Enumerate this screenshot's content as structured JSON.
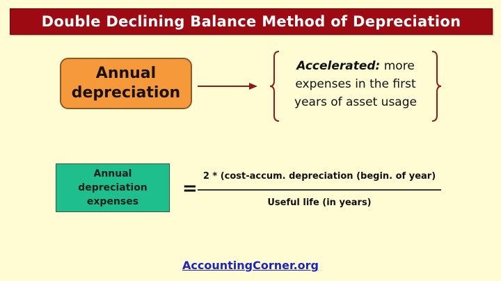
{
  "title": "Double Declining Balance Method of Depreciation",
  "annual_box": {
    "line1": "Annual",
    "line2": "depreciation"
  },
  "accelerated": {
    "emphasis": "Accelerated:",
    "line1_rest": " more",
    "line2": "expenses in the first",
    "line3": "years of asset usage"
  },
  "formula": {
    "lhs": {
      "line1": "Annual",
      "line2": "depreciation",
      "line3": "expenses"
    },
    "equals": "=",
    "numerator": "2 * (cost-accum. depreciation (begin. of year)",
    "denominator": "Useful life (in years)"
  },
  "footer": {
    "link": "AccountingCorner.org"
  },
  "colors": {
    "background": "#fffcd4",
    "title_bar": "#9e0a12",
    "annual_box": "#f6993a",
    "teal_box": "#1fbf8d",
    "arrow": "#8b1a1a",
    "link": "#1a22c8"
  }
}
